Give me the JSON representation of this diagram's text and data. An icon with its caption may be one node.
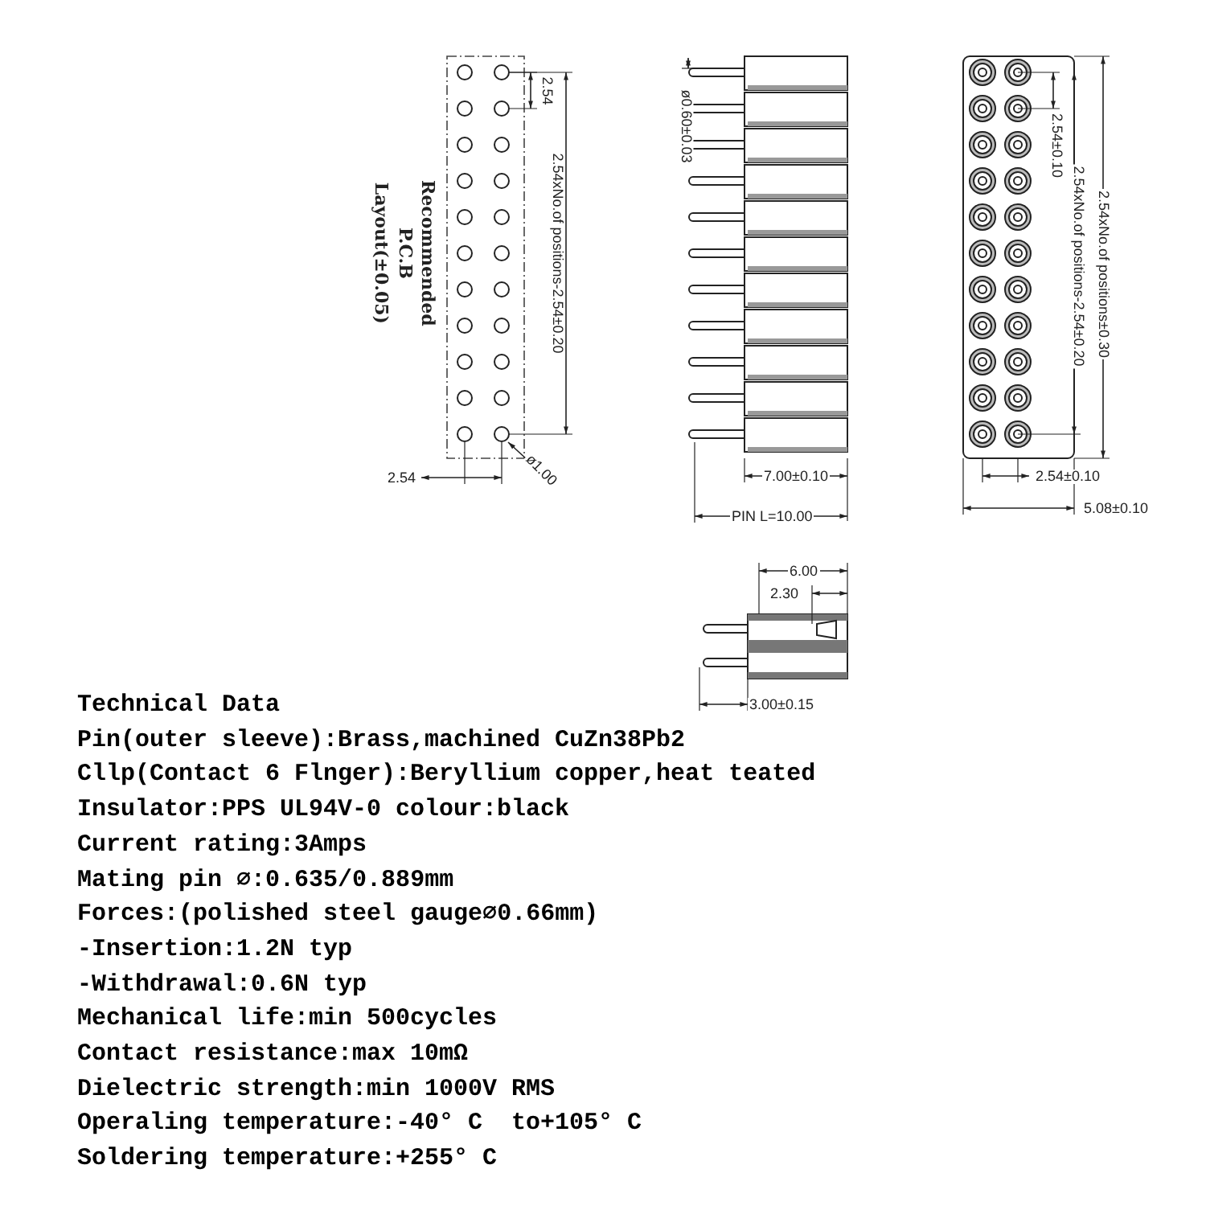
{
  "diagram": {
    "labels": [
      "2.54",
      "2.54xNo.of positions-2.54±0.20",
      "Recommended P.C.B Layout(±0.05)",
      "2.54",
      "ø1.00",
      "ø0.60±0.03",
      "7.00±0.10",
      "PIN L=10.00",
      "2.54±0.10",
      "2.54xNo.of positions-2.54±0.20",
      "2.54xNo.of positions±0.30",
      "2.54±0.10",
      "5.08±0.10",
      "6.00",
      "2.30",
      "3.00±0.15",
      "Technical Data",
      "Pin(outer sleeve):Brass,machined CuZn38Pb2",
      "Cllp(Contact 6 Flnger):Beryllium copper,heat teated",
      "Insulator:PPS UL94V-0 colour:black",
      "Current rating:3Amps",
      "Mating pin ⌀:0.635/0.889mm",
      "Forces:(polished steel gauge⌀0.66mm)",
      "-Insertion:1.2N typ",
      "-Withdrawal:0.6N typ",
      "Mechanical life:min 500cycles",
      "Contact resistance:max 10mΩ",
      "Dielectric strength:min 1000V RMS",
      "Operaling temperature:-40° C  to+105° C",
      "Soldering temperature:+255° C"
    ]
  }
}
